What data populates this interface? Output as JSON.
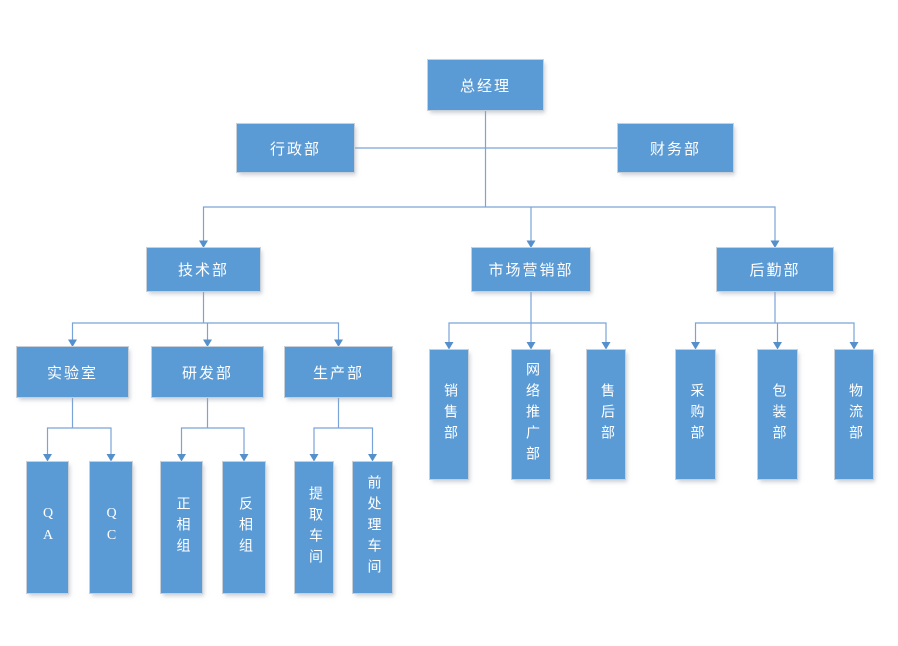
{
  "diagram": {
    "type": "org-chart",
    "colors": {
      "node_fill": "#5b9bd5",
      "node_text": "#ffffff",
      "connector_line": "#7aa3d7",
      "arrowhead": "#5590cd",
      "background": "#ffffff"
    },
    "nodes": {
      "general_manager": "总经理",
      "admin_dept": "行政部",
      "finance_dept": "财务部",
      "tech_dept": "技术部",
      "marketing_dept": "市场营销部",
      "logistics_support_dept": "后勤部",
      "laboratory": "实验室",
      "rnd_dept": "研发部",
      "production_dept": "生产部",
      "qa": "QA",
      "qc": "QC",
      "normal_phase_group": "正相组",
      "reverse_phase_group": "反相组",
      "extraction_workshop": "提取车间",
      "pretreatment_workshop": "前处理车间",
      "sales_dept": "销售部",
      "online_promotion_dept": "网络推广部",
      "after_sales_dept": "售后部",
      "purchasing_dept": "采购部",
      "packaging_dept": "包装部",
      "logistics_dept": "物流部"
    },
    "hierarchy": {
      "root": "总经理",
      "staff_side_nodes": [
        "行政部",
        "财务部"
      ],
      "branches": [
        {
          "label": "技术部",
          "children": [
            {
              "label": "实验室",
              "children": [
                "QA",
                "QC"
              ]
            },
            {
              "label": "研发部",
              "children": [
                "正相组",
                "反相组"
              ]
            },
            {
              "label": "生产部",
              "children": [
                "提取车间",
                "前处理车间"
              ]
            }
          ]
        },
        {
          "label": "市场营销部",
          "children": [
            "销售部",
            "网络推广部",
            "售后部"
          ]
        },
        {
          "label": "后勤部",
          "children": [
            "采购部",
            "包装部",
            "物流部"
          ]
        }
      ]
    }
  }
}
